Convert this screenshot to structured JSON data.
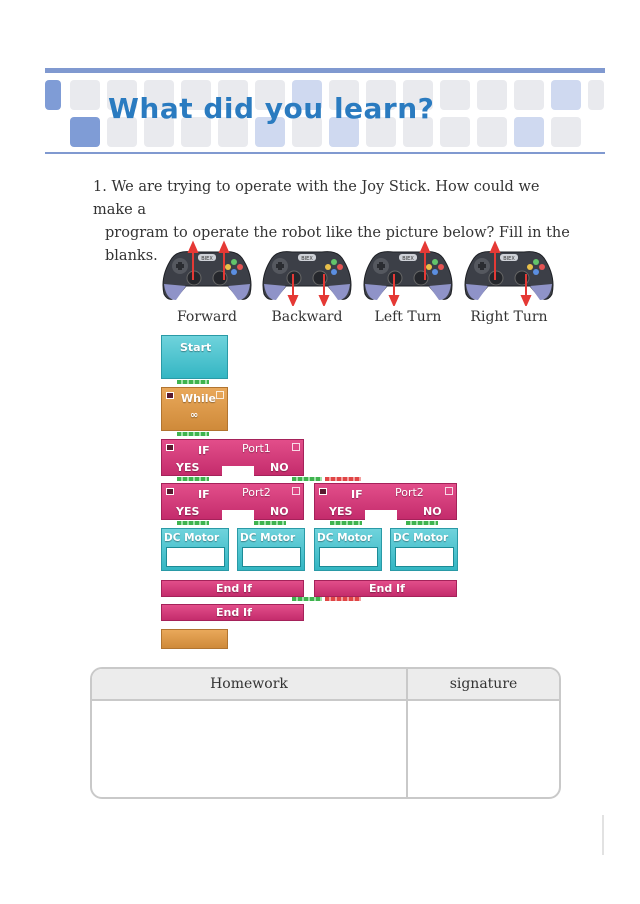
{
  "header": {
    "title": "What did you learn?"
  },
  "question": {
    "line1": "1. We are trying to operate with the Joy Stick. How could we make a",
    "line2": "program to operate the robot like the picture below? Fill in the blanks."
  },
  "joysticks": [
    {
      "label": "Forward",
      "brand": "BIEX"
    },
    {
      "label": "Backward",
      "brand": "BIEX"
    },
    {
      "label": "Left Turn",
      "brand": "BIEX"
    },
    {
      "label": "Right Turn",
      "brand": "BIEX"
    }
  ],
  "program": {
    "start": "Start",
    "while": "While",
    "while_sub": "∞",
    "if_outer": {
      "label": "IF",
      "port": "Port1",
      "yes": "YES",
      "no": "NO"
    },
    "if_left": {
      "label": "IF",
      "port": "Port2",
      "yes": "YES",
      "no": "NO"
    },
    "if_right": {
      "label": "IF",
      "port": "Port2",
      "yes": "YES",
      "no": "NO"
    },
    "motor": "DC Motor",
    "end_if": "End If"
  },
  "table": {
    "col1": "Homework",
    "col2": "signature"
  },
  "colors": {
    "title": "#2a7bc0",
    "accent": "#8099d0",
    "arrow": "#e53935"
  }
}
